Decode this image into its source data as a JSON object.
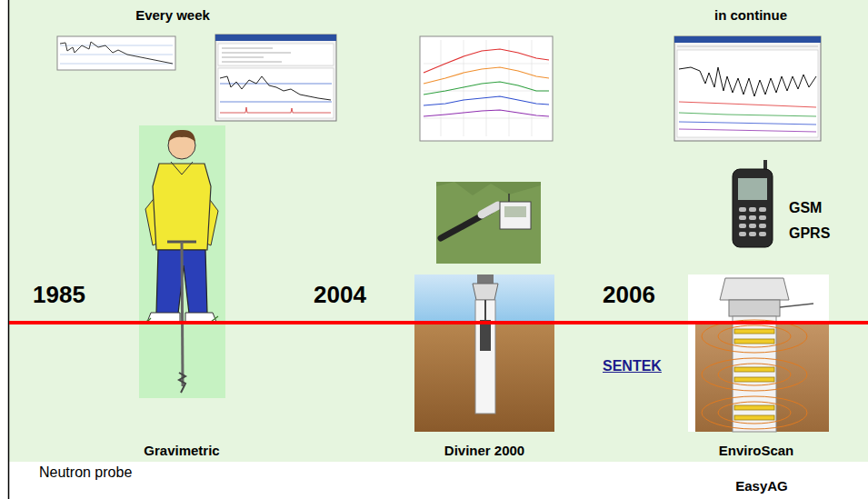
{
  "diagram": {
    "labels": [
      "Every week",
      "in continue",
      "GSM",
      "GPRS",
      "1985",
      "2004",
      "2006",
      "SENTEK",
      "Gravimetric",
      "Diviner 2000",
      "EnviroScan",
      "Neutron probe",
      "EasyAG"
    ]
  }
}
